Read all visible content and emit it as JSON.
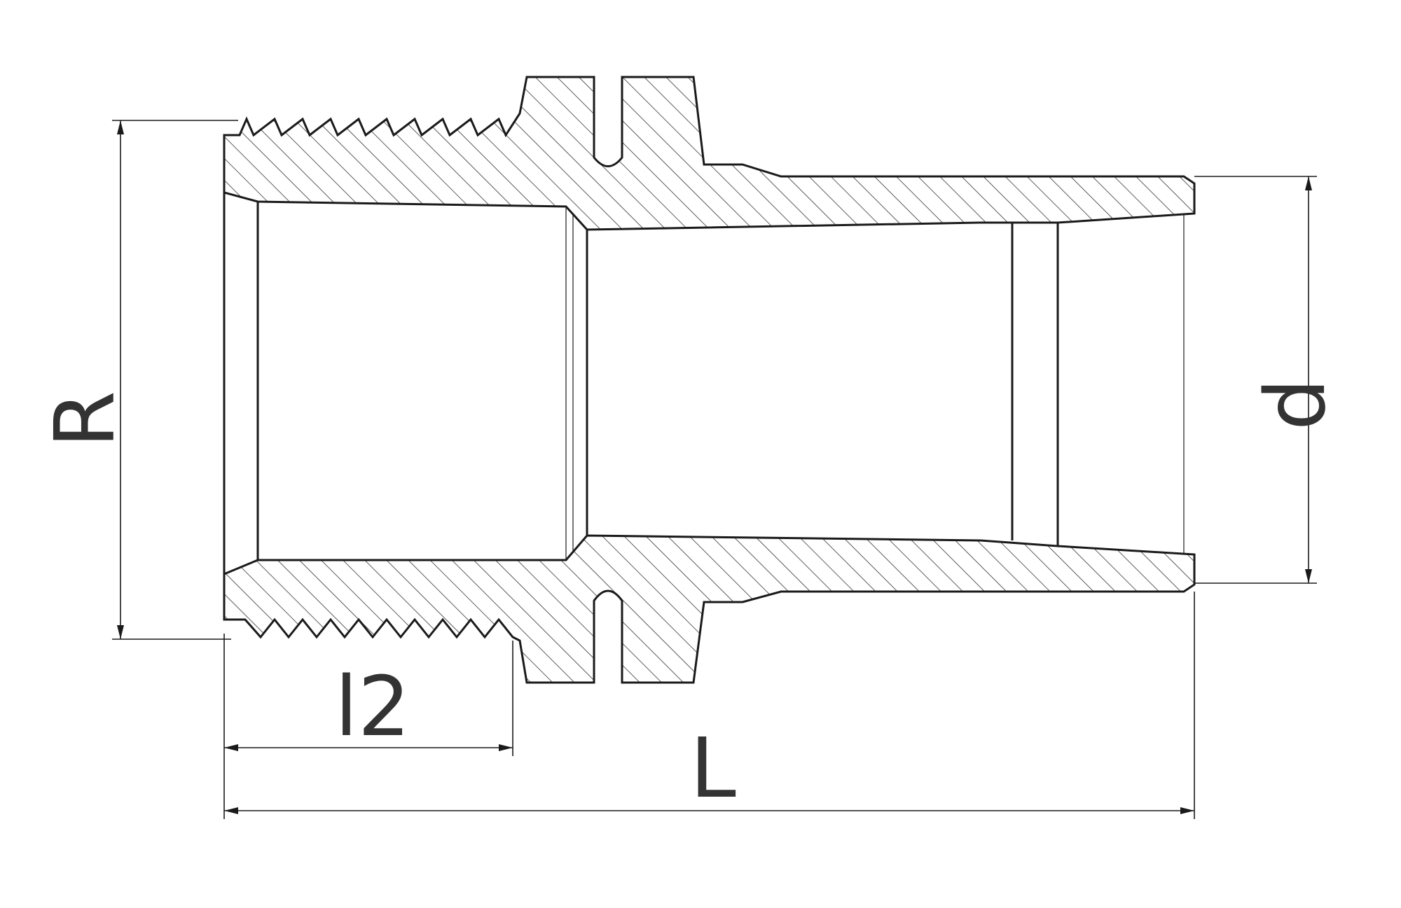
{
  "drawing": {
    "labels": {
      "R": "R",
      "d": "d",
      "l2": "l2",
      "L": "L"
    },
    "colors": {
      "outline": "#1a1a1a",
      "hatch": "#333333",
      "dimension": "#1a1a1a",
      "label": "#333333",
      "background": "#ffffff"
    }
  }
}
